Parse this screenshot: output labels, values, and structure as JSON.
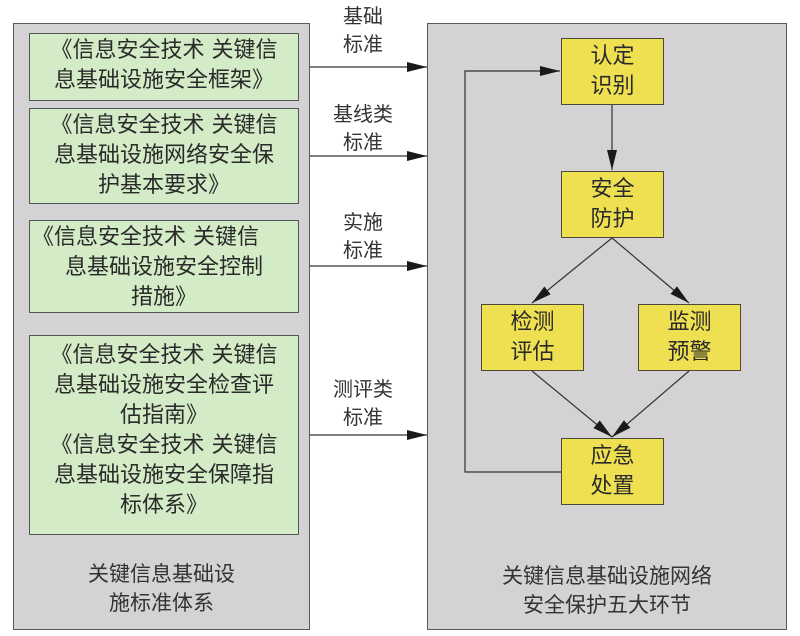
{
  "left_panel": {
    "standards": [
      {
        "lines": [
          "《信息安全技术 关键信",
          "息基础设施安全框架》"
        ]
      },
      {
        "lines": [
          "《信息安全技术 关键信",
          "息基础设施网络安全保",
          "护基本要求》"
        ]
      },
      {
        "lines": [
          "《信息安全技术 关键信",
          "息基础设施安全控制",
          "措施》"
        ]
      },
      {
        "lines": [
          "《信息安全技术 关键信",
          "息基础设施安全检查评",
          "估指南》",
          "《信息安全技术 关键信",
          "息基础设施安全保障指",
          "标体系》"
        ]
      }
    ],
    "caption": [
      "关键信息基础设",
      "施标准体系"
    ]
  },
  "connectors": [
    {
      "lines": [
        "基础",
        "标准"
      ]
    },
    {
      "lines": [
        "基线类",
        "标准"
      ]
    },
    {
      "lines": [
        "实施",
        "标准"
      ]
    },
    {
      "lines": [
        "测评类",
        "标准"
      ]
    }
  ],
  "right_panel": {
    "nodes": {
      "identify": [
        "认定",
        "识别"
      ],
      "protect": [
        "安全",
        "防护"
      ],
      "detect": [
        "检测",
        "评估"
      ],
      "monitor": [
        "监测",
        "预警"
      ],
      "respond": [
        "应急",
        "处置"
      ]
    },
    "caption": [
      "关键信息基础设施网络",
      "安全保护五大环节"
    ]
  },
  "colors": {
    "panel_bg": "#d4d2d4",
    "standard_bg": "#d3ebc6",
    "node_bg": "#efe051"
  }
}
